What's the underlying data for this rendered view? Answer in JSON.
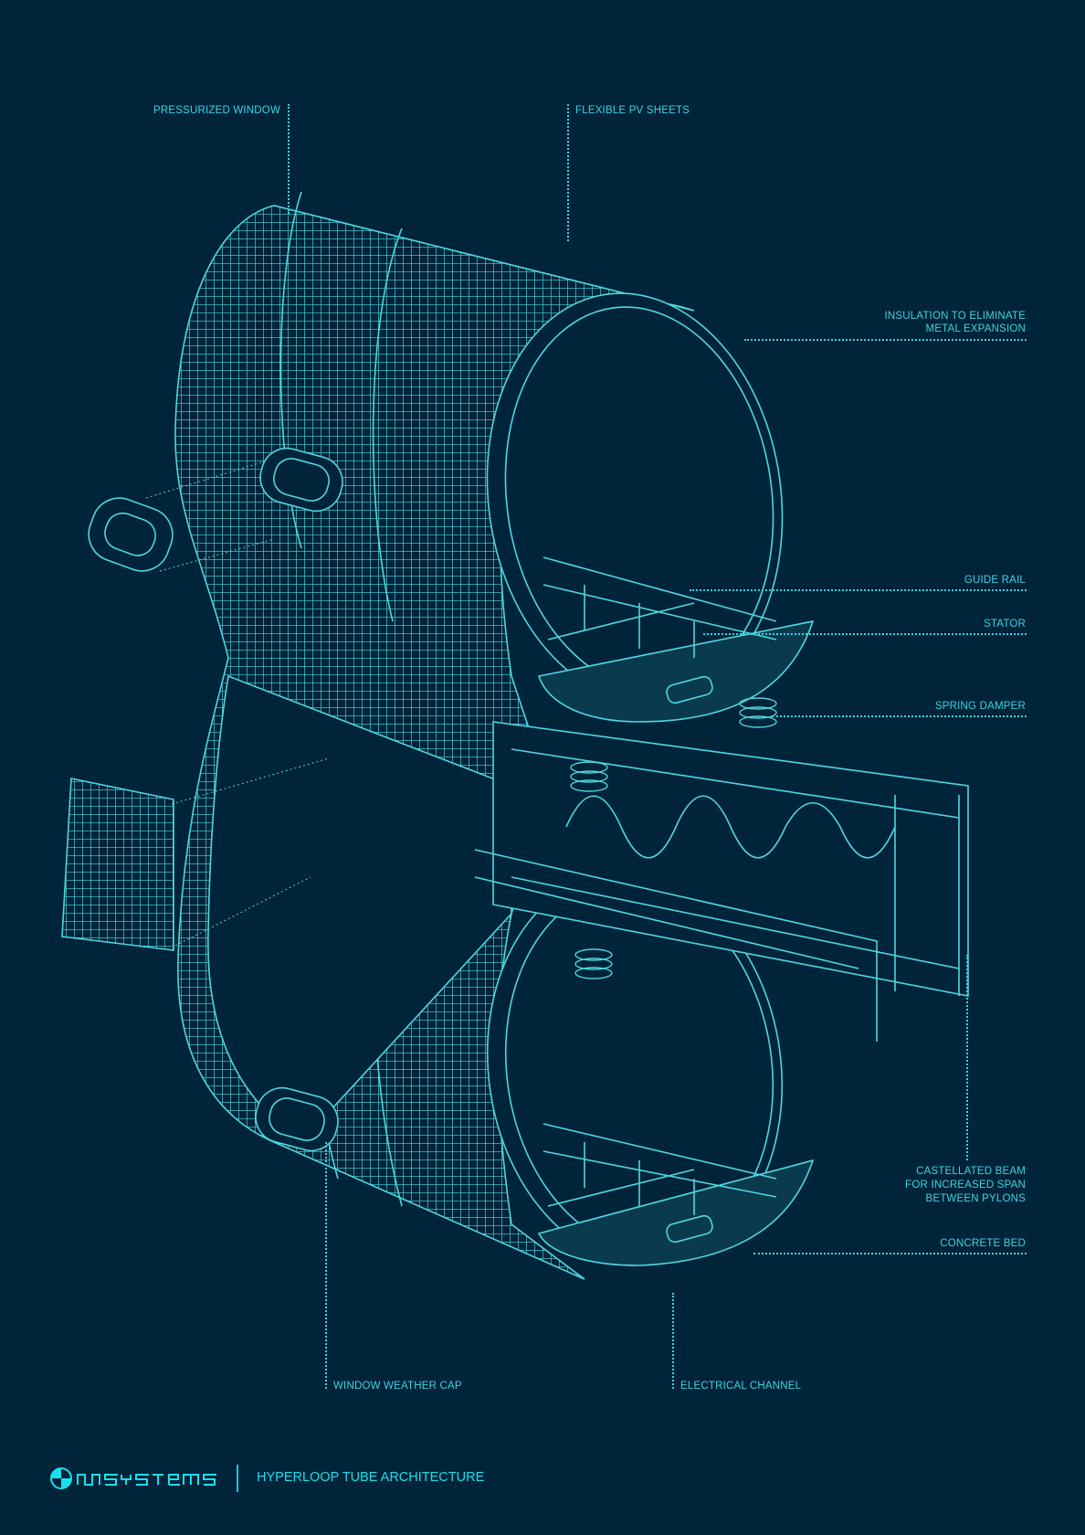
{
  "colors": {
    "background": "#00243a",
    "line": "#4fd6e0",
    "label": "#3fd3de",
    "brand": "#19e0ea"
  },
  "labels": {
    "pressurized_window": "PRESSURIZED WINDOW",
    "flexible_pv": "FLEXIBLE PV SHEETS",
    "insulation_1": "INSULATION TO ELIMINATE",
    "insulation_2": "METAL EXPANSION",
    "guide_rail": "GUIDE RAIL",
    "stator": "STATOR",
    "spring_damper": "SPRING DAMPER",
    "castellated_1": "CASTELLATED BEAM",
    "castellated_2": "FOR INCREASED SPAN",
    "castellated_3": "BETWEEN PYLONS",
    "concrete_bed": "CONCRETE BED",
    "window_cap": "WINDOW WEATHER CAP",
    "electrical": "ELECTRICAL CHANNEL"
  },
  "footer": {
    "logo_text": "RNSYSTEMS",
    "title": "HYPERLOOP TUBE ARCHITECTURE"
  }
}
